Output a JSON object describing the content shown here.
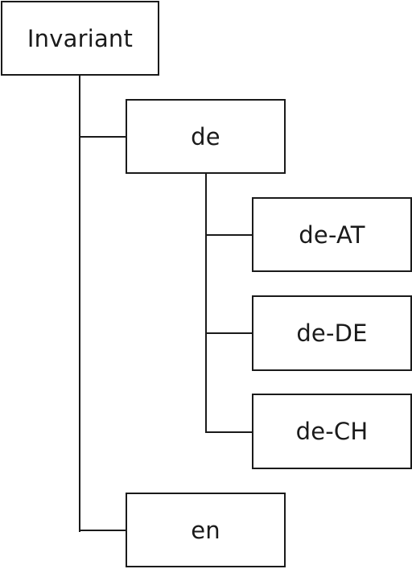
{
  "tree": {
    "root": "Invariant",
    "de": "de",
    "de_at": "de-AT",
    "de_de": "de-DE",
    "de_ch": "de-CH",
    "en": "en"
  }
}
